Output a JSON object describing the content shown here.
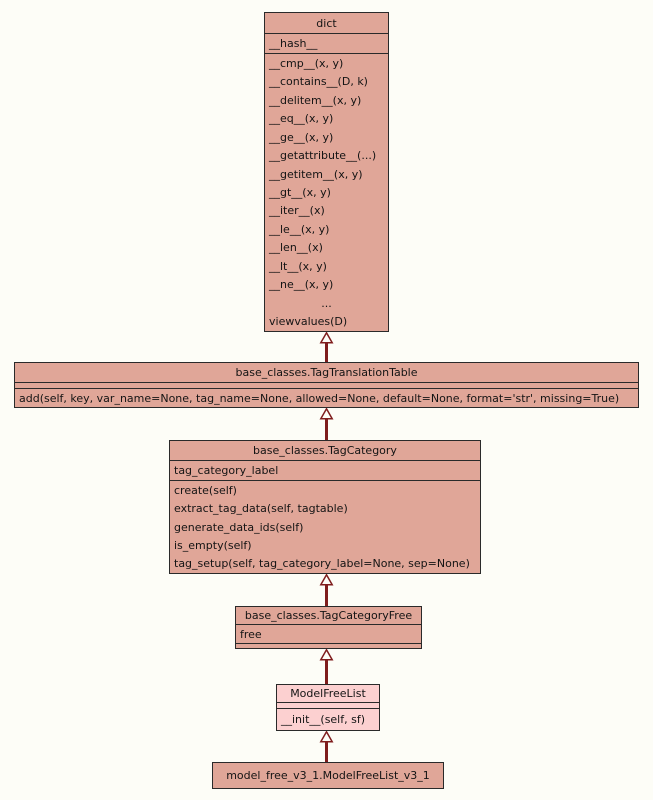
{
  "diagram": {
    "kind": "uml-class-inheritance",
    "colors": {
      "background": "#fdfdf7",
      "box_fill": "#e0a698",
      "highlight_fill": "#fcd0d0",
      "border": "#2a2a2a",
      "arrow": "#7f1d1d"
    }
  },
  "classes": {
    "dict": {
      "title": "dict",
      "attributes": [
        "__hash__"
      ],
      "methods": [
        "__cmp__(x, y)",
        "__contains__(D, k)",
        "__delitem__(x, y)",
        "__eq__(x, y)",
        "__ge__(x, y)",
        "__getattribute__(...)",
        "__getitem__(x, y)",
        "__gt__(x, y)",
        "__iter__(x)",
        "__le__(x, y)",
        "__len__(x)",
        "__lt__(x, y)",
        "__ne__(x, y)",
        "...",
        "viewvalues(D)"
      ]
    },
    "tag_translation_table": {
      "title": "base_classes.TagTranslationTable",
      "attributes": [],
      "methods": [
        "add(self, key, var_name=None, tag_name=None, allowed=None, default=None, format='str', missing=True)"
      ]
    },
    "tag_category": {
      "title": "base_classes.TagCategory",
      "attributes": [
        "tag_category_label"
      ],
      "methods": [
        "create(self)",
        "extract_tag_data(self, tagtable)",
        "generate_data_ids(self)",
        "is_empty(self)",
        "tag_setup(self, tag_category_label=None, sep=None)"
      ]
    },
    "tag_category_free": {
      "title": "base_classes.TagCategoryFree",
      "attributes": [
        "free"
      ],
      "methods": []
    },
    "model_free_list": {
      "title": "ModelFreeList",
      "attributes": [],
      "methods": [
        "__init__(self, sf)"
      ]
    },
    "model_free_list_v3_1": {
      "title": "model_free_v3_1.ModelFreeList_v3_1"
    }
  }
}
